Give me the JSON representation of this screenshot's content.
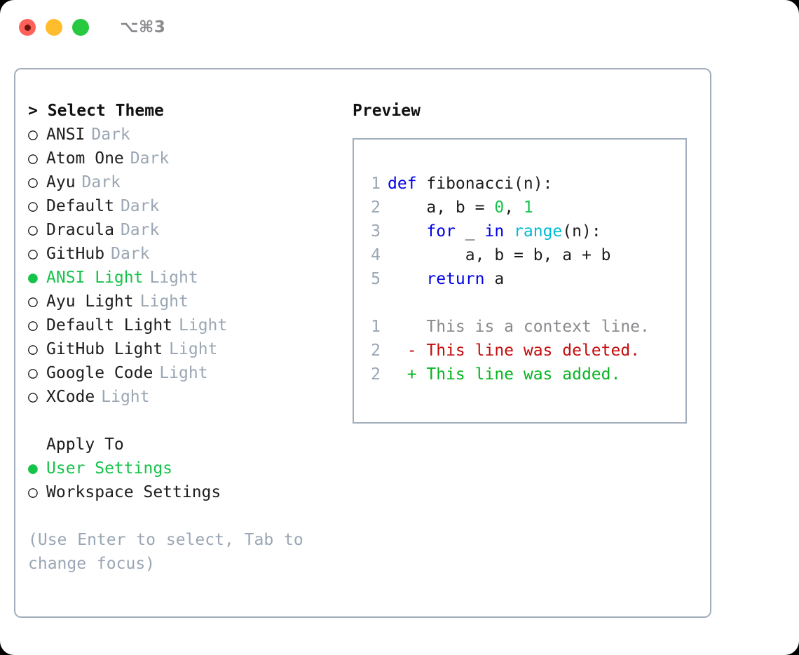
{
  "window": {
    "title_shortcut": "⌥⌘3",
    "lights": [
      {
        "name": "close",
        "color": "#ff6159"
      },
      {
        "name": "minimize",
        "color": "#ffbd2e"
      },
      {
        "name": "maximize",
        "color": "#28c840"
      }
    ]
  },
  "theme_picker": {
    "header_caret": ">",
    "header": "Select Theme",
    "bullet_off": "○",
    "bullet_on": "●",
    "items": [
      {
        "label": "ANSI",
        "suffix": "Dark",
        "selected": false
      },
      {
        "label": "Atom One",
        "suffix": "Dark",
        "selected": false
      },
      {
        "label": "Ayu",
        "suffix": "Dark",
        "selected": false
      },
      {
        "label": "Default",
        "suffix": "Dark",
        "selected": false
      },
      {
        "label": "Dracula",
        "suffix": "Dark",
        "selected": false
      },
      {
        "label": "GitHub",
        "suffix": "Dark",
        "selected": false
      },
      {
        "label": "ANSI Light",
        "suffix": "Light",
        "selected": true
      },
      {
        "label": "Ayu Light",
        "suffix": "Light",
        "selected": false
      },
      {
        "label": "Default Light",
        "suffix": "Light",
        "selected": false
      },
      {
        "label": "GitHub Light",
        "suffix": "Light",
        "selected": false
      },
      {
        "label": "Google Code",
        "suffix": "Light",
        "selected": false
      },
      {
        "label": "XCode",
        "suffix": "Light",
        "selected": false
      }
    ]
  },
  "apply_to": {
    "label": "Apply To",
    "items": [
      {
        "label": "User Settings",
        "selected": true
      },
      {
        "label": "Workspace Settings",
        "selected": false
      }
    ]
  },
  "hint": "(Use Enter to select, Tab to change focus)",
  "preview": {
    "title": "Preview",
    "code": [
      {
        "lnum": "1",
        "tokens": [
          {
            "t": "def ",
            "c": "kw"
          },
          {
            "t": "fibonacci(n):",
            "c": "fn"
          }
        ]
      },
      {
        "lnum": "2",
        "tokens": [
          {
            "t": "    a, b = ",
            "c": "pl"
          },
          {
            "t": "0",
            "c": "num"
          },
          {
            "t": ", ",
            "c": "pl"
          },
          {
            "t": "1",
            "c": "num"
          }
        ]
      },
      {
        "lnum": "3",
        "tokens": [
          {
            "t": "    ",
            "c": "pl"
          },
          {
            "t": "for",
            "c": "kw"
          },
          {
            "t": " _ ",
            "c": "pl"
          },
          {
            "t": "in",
            "c": "kw"
          },
          {
            "t": " ",
            "c": "pl"
          },
          {
            "t": "range",
            "c": "bi"
          },
          {
            "t": "(n):",
            "c": "pl"
          }
        ]
      },
      {
        "lnum": "4",
        "tokens": [
          {
            "t": "        a, b = b, a + b",
            "c": "pl"
          }
        ]
      },
      {
        "lnum": "5",
        "tokens": [
          {
            "t": "    ",
            "c": "pl"
          },
          {
            "t": "return",
            "c": "kw"
          },
          {
            "t": " a",
            "c": "pl"
          }
        ]
      }
    ],
    "diff": [
      {
        "lnum": "1",
        "marker": " ",
        "text": "This is a context line.",
        "kind": "ctx"
      },
      {
        "lnum": "2",
        "marker": "-",
        "text": "This line was deleted.",
        "kind": "del"
      },
      {
        "lnum": "2",
        "marker": "+",
        "text": "This line was added.",
        "kind": "add"
      }
    ]
  },
  "colors": {
    "accent_green": "#16c34a",
    "muted": "#9aa6b4",
    "keyword": "#0000e6",
    "number": "#16c34a",
    "builtin": "#00bcd4",
    "diff_delete": "#c40d0d",
    "diff_add": "#06b420",
    "border": "#a3aebc"
  }
}
